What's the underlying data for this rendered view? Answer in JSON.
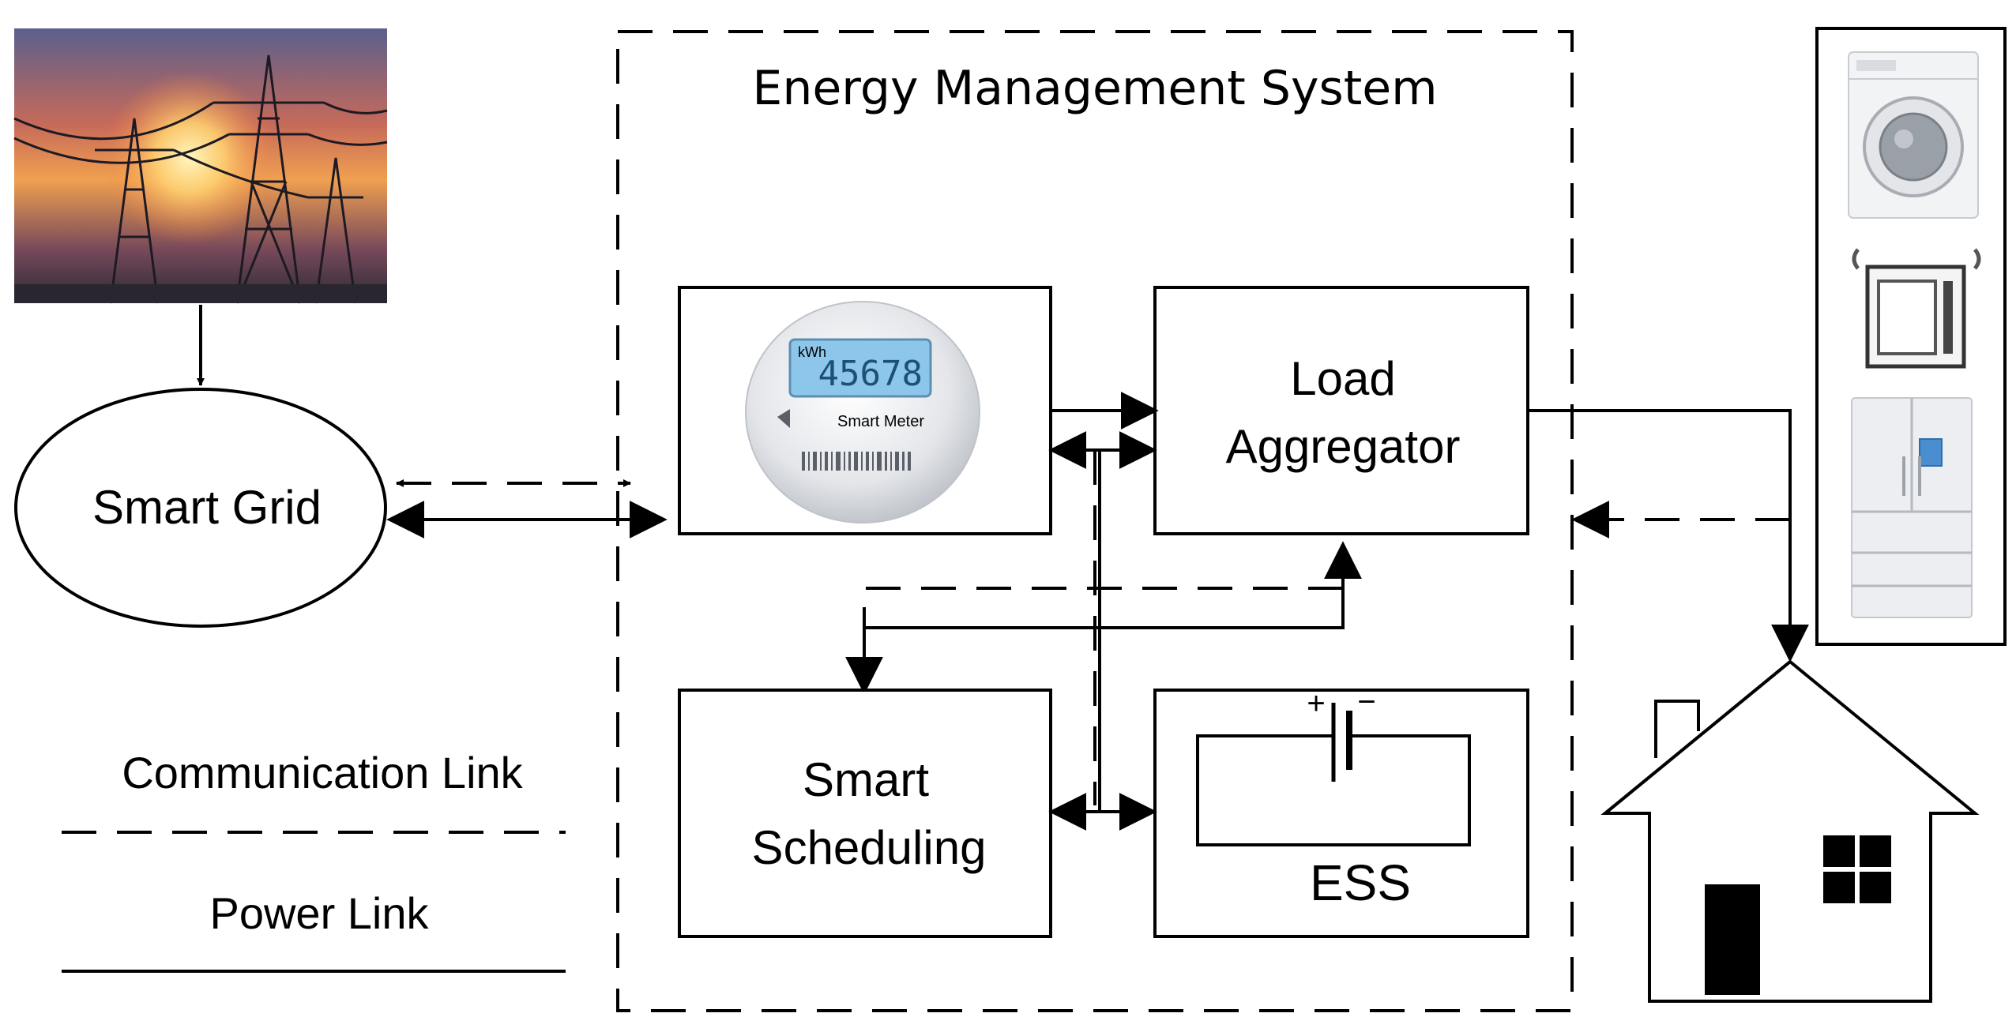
{
  "ems": {
    "title": "Energy Management System"
  },
  "smart_grid": {
    "label": "Smart Grid"
  },
  "smart_meter": {
    "display": "45678",
    "display_small": "kWh",
    "brand": "Smart Meter"
  },
  "load_aggregator": {
    "line1": "Load",
    "line2": "Aggregator"
  },
  "smart_scheduling": {
    "line1": "Smart",
    "line2": "Scheduling"
  },
  "ess": {
    "label": "ESS",
    "plus": "+",
    "minus": "−"
  },
  "legend": {
    "communication": "Communication Link",
    "power": "Power Link"
  },
  "colors": {
    "stroke": "#000000",
    "meter_display": "#8cc6ea",
    "sky_orange": "#e2743c",
    "sky_purple": "#6b5a8e"
  }
}
